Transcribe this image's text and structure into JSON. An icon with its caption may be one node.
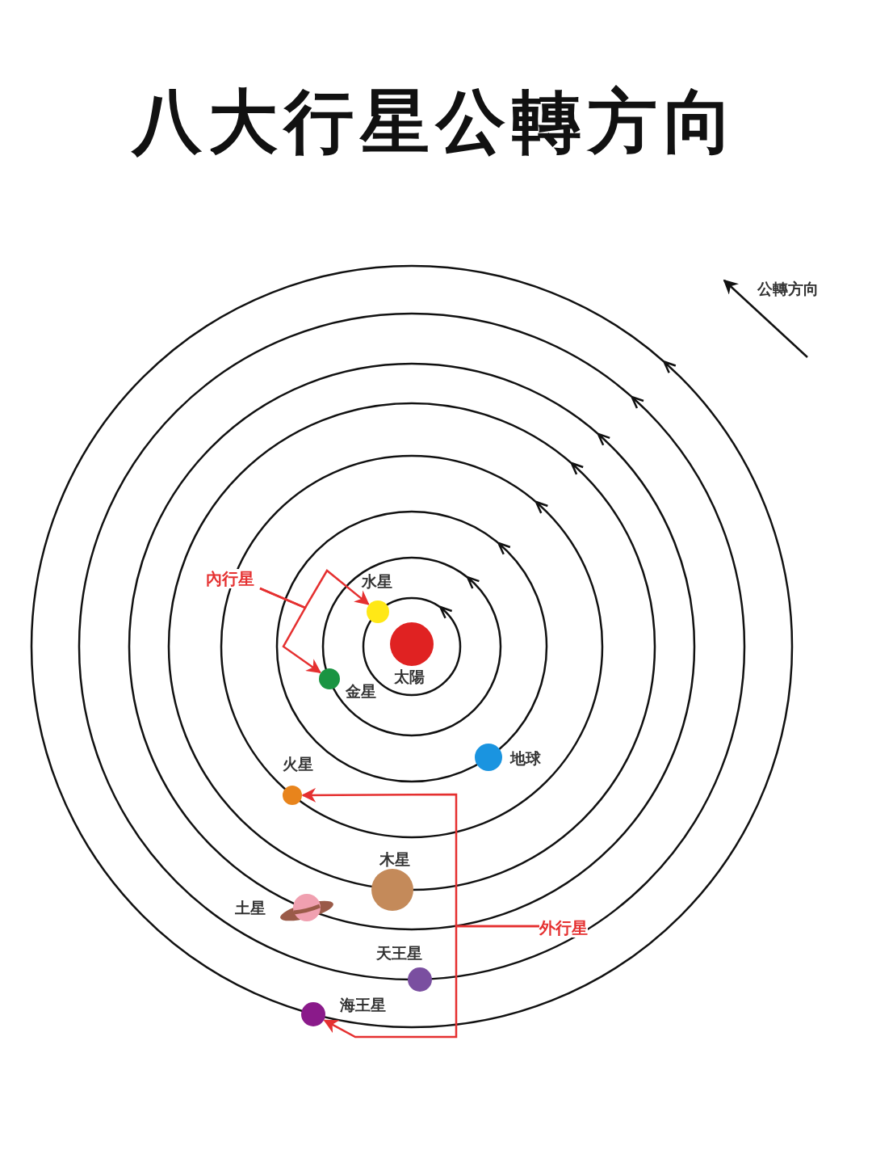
{
  "diagram": {
    "title": "八大行星公轉方向",
    "nodes": [
      {
        "text": [
          "太陽"
        ]
      },
      {
        "text": [
          "水星"
        ]
      },
      {
        "text": [
          "金星"
        ]
      },
      {
        "text": [
          "地球"
        ]
      },
      {
        "text": [
          "火星"
        ]
      },
      {
        "text": [
          "木星"
        ]
      },
      {
        "text": [
          "土星"
        ]
      },
      {
        "text": [
          "天王星"
        ]
      },
      {
        "text": [
          "海王星"
        ]
      },
      {
        "text": [
          "內行星"
        ]
      },
      {
        "text": [
          "外行星"
        ]
      }
    ],
    "edges": [
      {
        "from": 9,
        "to": 1,
        "arrow": "to"
      },
      {
        "from": 9,
        "to": 2,
        "arrow": "to"
      },
      {
        "from": 10,
        "to": 4,
        "arrow": "to"
      },
      {
        "from": 10,
        "to": 8,
        "arrow": "to"
      }
    ],
    "labels": [
      "公轉方向"
    ]
  }
}
